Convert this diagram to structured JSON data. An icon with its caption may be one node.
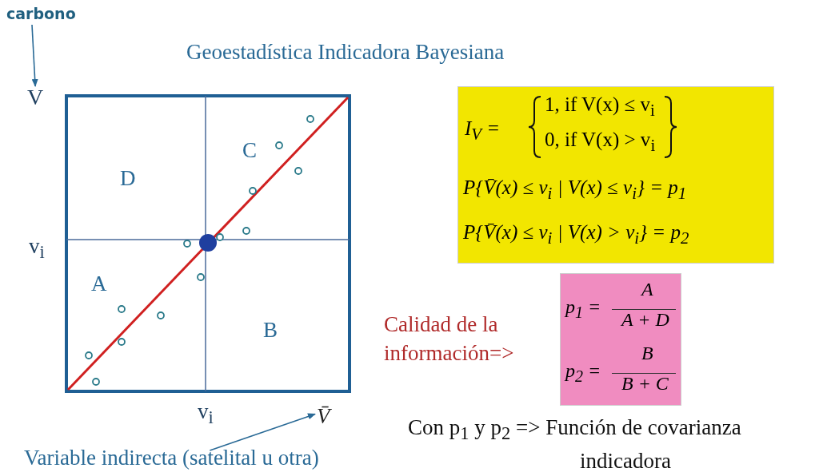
{
  "diagram": {
    "title": "Geoestadística Indicadora Bayesiana",
    "nodes": [
      {
        "text": [
          "carbono"
        ]
      },
      {
        "text": [
          "V"
        ]
      },
      {
        "text": [
          "I$_{V}$ =",
          "1, if V(x) ≤ v$_{i}$",
          "0, if V(x) > v$_{i}$",
          "P{V̄(x) ≤ v$_{i}$ | V(x) ≤ v$_{i}$} = p$_{1}$",
          "P{V̄(x) ≤ v$_{i}$ | V(x) > v$_{i}$} = p$_{2}$"
        ]
      },
      {
        "text": [
          "p$_{1}$ =",
          "A",
          "A + D",
          "p$_{2}$ =",
          "B",
          "B + C"
        ]
      },
      {
        "text": [
          "V̄"
        ]
      },
      {
        "text": [
          "Variable indirecta (satelital u otra)"
        ]
      }
    ],
    "edges": [
      {
        "from": 0,
        "to": 1,
        "arrow": "to"
      },
      {
        "from": 5,
        "to": 4,
        "arrow": "to"
      }
    ],
    "labels": [
      "C",
      "D",
      "v$_{i}$",
      "A",
      "B",
      "Calidad de la información=>",
      "v$_{i}$",
      "Con p$_{1}$ y p$_{2}$ => Función de covarianza indicadora"
    ]
  }
}
